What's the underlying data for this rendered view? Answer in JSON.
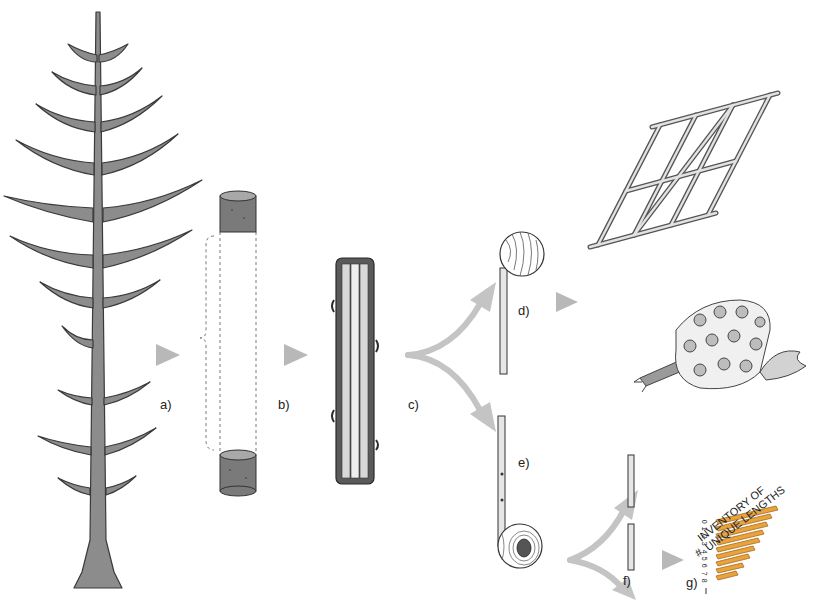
{
  "diagram": {
    "labels": [
      "a)",
      "b)",
      "c)",
      "d)",
      "e)",
      "f)",
      "g)",
      "#",
      "INVENTORY OF UNIQUE LENGTHS",
      "0",
      "1",
      "2",
      "3",
      "4",
      "5",
      "6",
      "7",
      "8"
    ]
  }
}
